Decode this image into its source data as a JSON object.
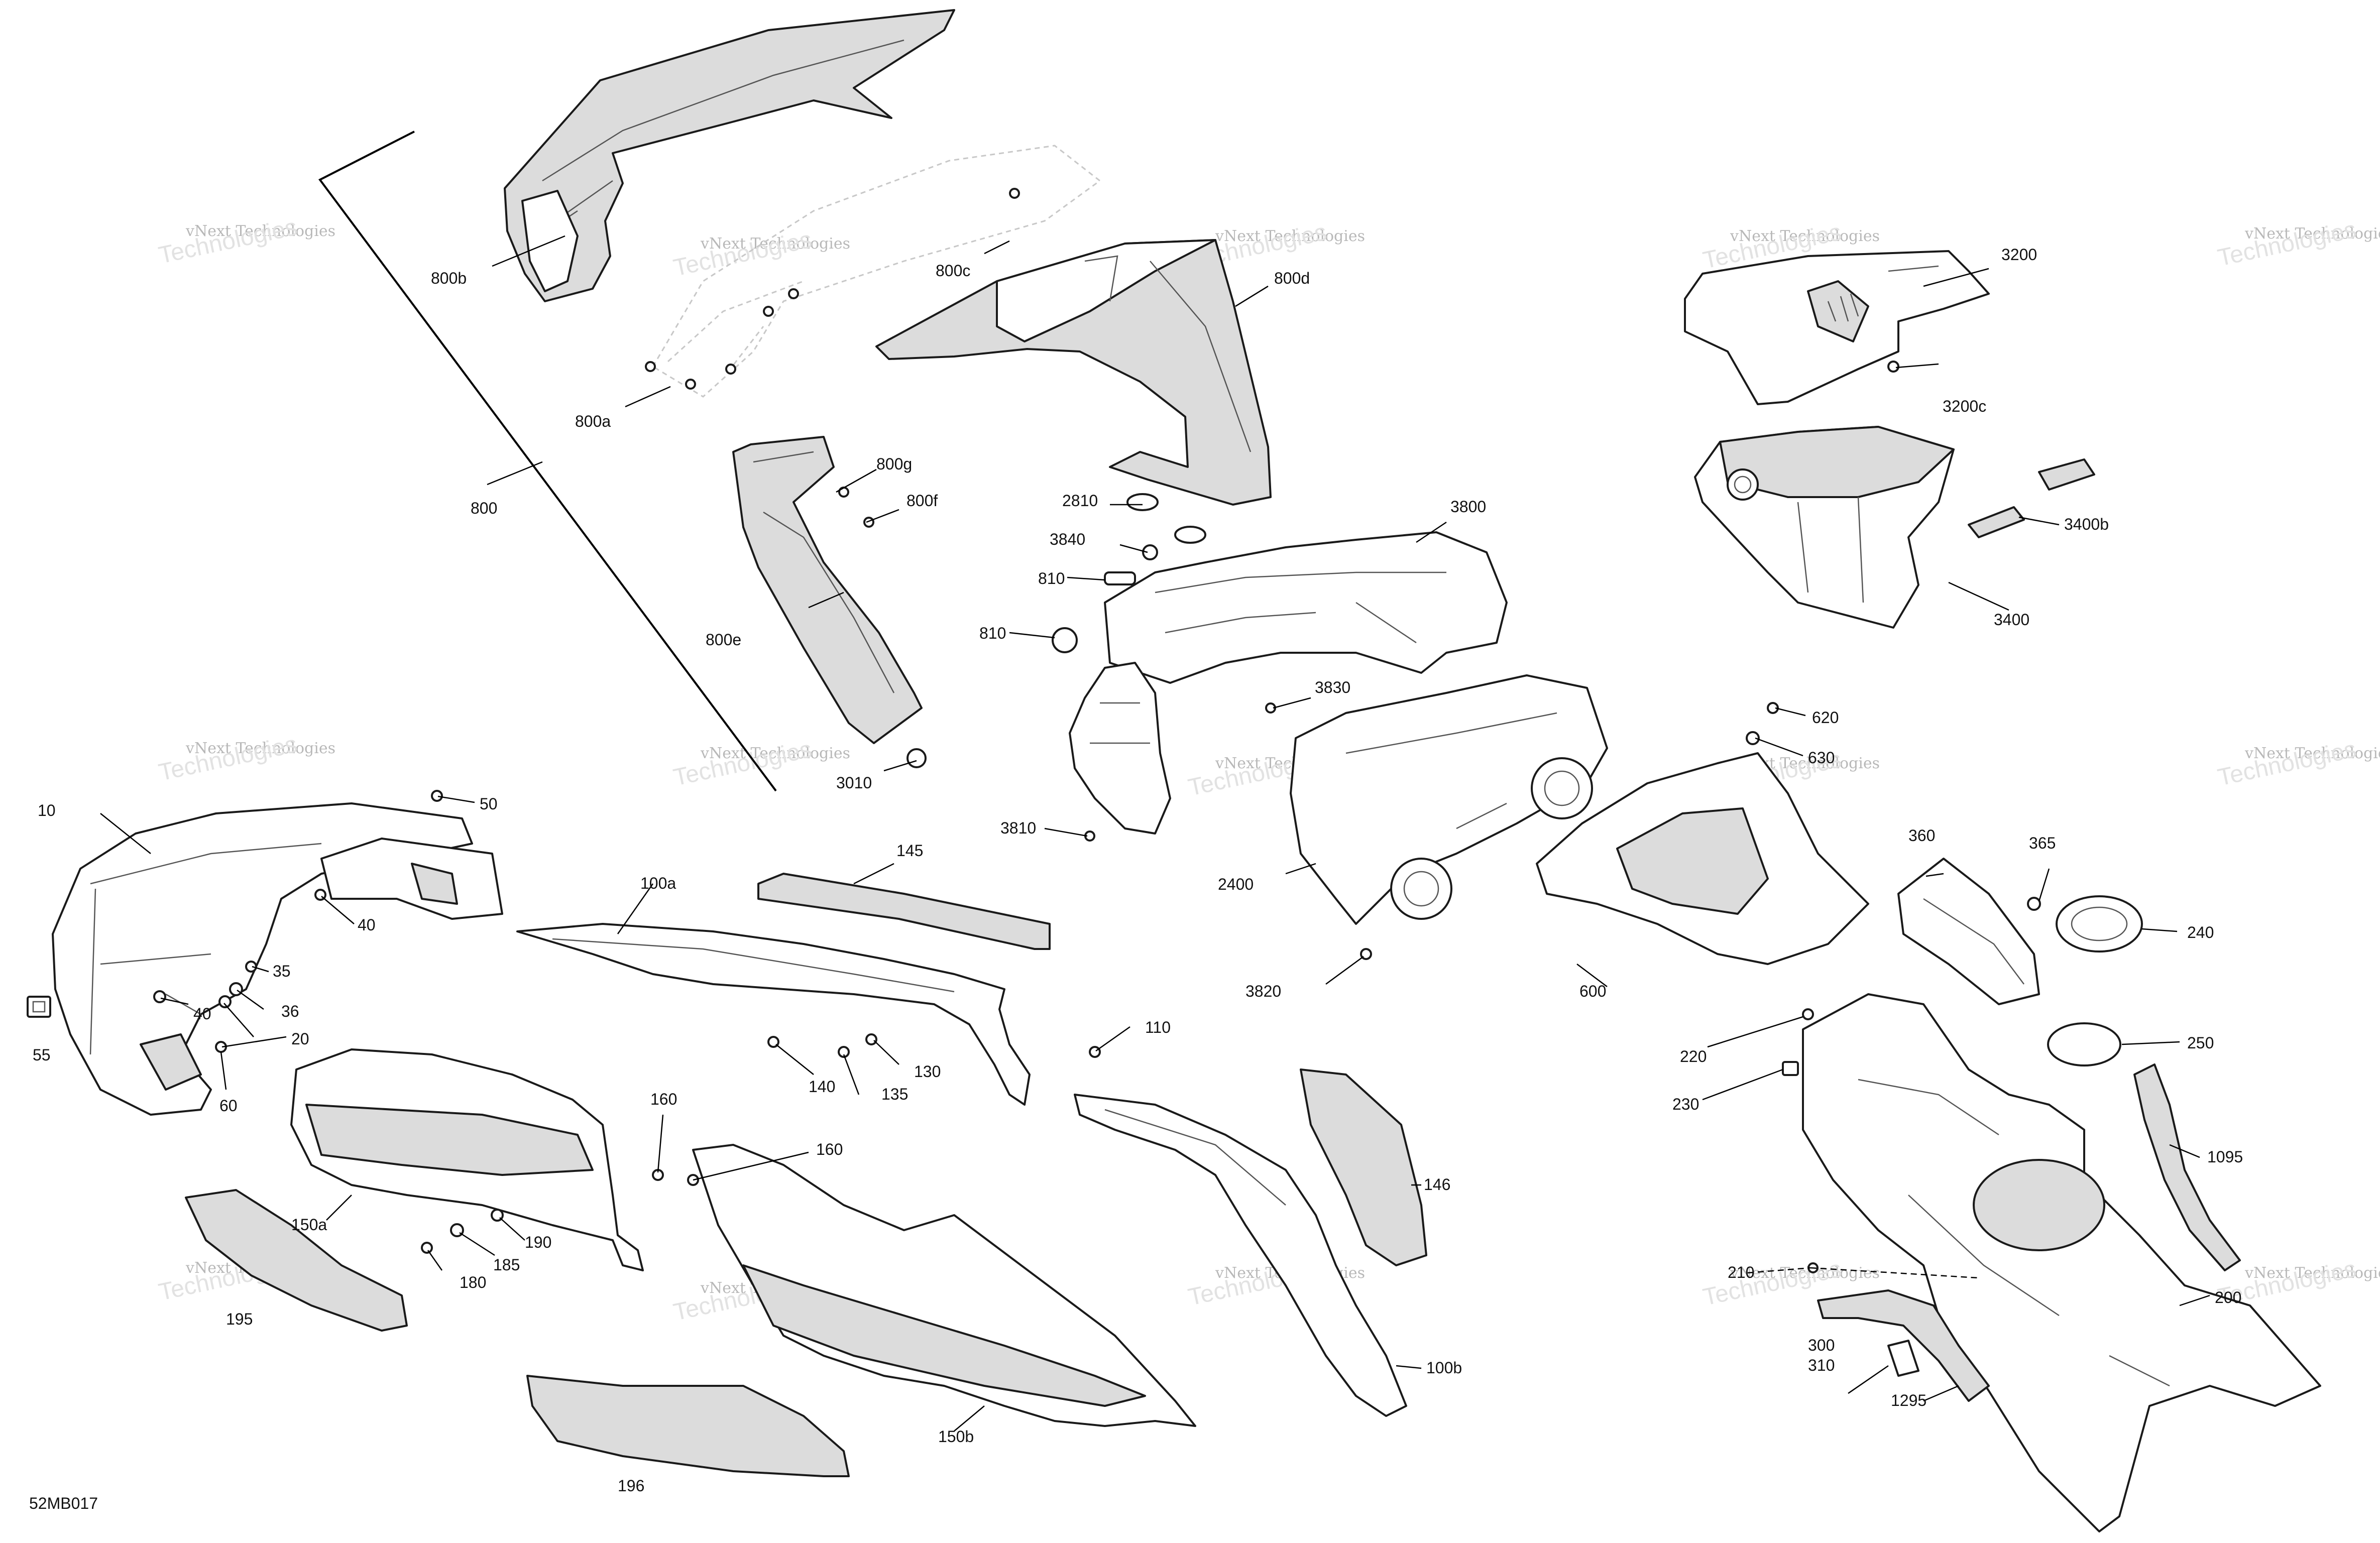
{
  "diagram_code": "52MB017",
  "watermark": {
    "line1": "vNext Technologies",
    "line2": "Technologies"
  },
  "labels": {
    "p10": "10",
    "p20": "20",
    "p35": "35",
    "p36": "36",
    "p40a": "40",
    "p40b": "40",
    "p50": "50",
    "p55": "55",
    "p60": "60",
    "p100a": "100a",
    "p100b": "100b",
    "p110": "110",
    "p130": "130",
    "p135": "135",
    "p140": "140",
    "p145": "145",
    "p146": "146",
    "p150a": "150a",
    "p150b": "150b",
    "p160a": "160",
    "p160b": "160",
    "p180": "180",
    "p185": "185",
    "p190": "190",
    "p195": "195",
    "p196": "196",
    "p200": "200",
    "p210": "210",
    "p220": "220",
    "p230": "230",
    "p240": "240",
    "p250": "250",
    "p300": "300",
    "p310": "310",
    "p360": "360",
    "p365": "365",
    "p600": "600",
    "p620": "620",
    "p630": "630",
    "p800": "800",
    "p800a": "800a",
    "p800b": "800b",
    "p800c": "800c",
    "p800d": "800d",
    "p800e": "800e",
    "p800f": "800f",
    "p800g": "800g",
    "p810a": "810",
    "p810b": "810",
    "p1095": "1095",
    "p1295": "1295",
    "p2400": "2400",
    "p2810": "2810",
    "p3010": "3010",
    "p3200": "3200",
    "p3200c": "3200c",
    "p3400": "3400",
    "p3400b": "3400b",
    "p3800": "3800",
    "p3810": "3810",
    "p3820": "3820",
    "p3830": "3830",
    "p3840": "3840"
  }
}
